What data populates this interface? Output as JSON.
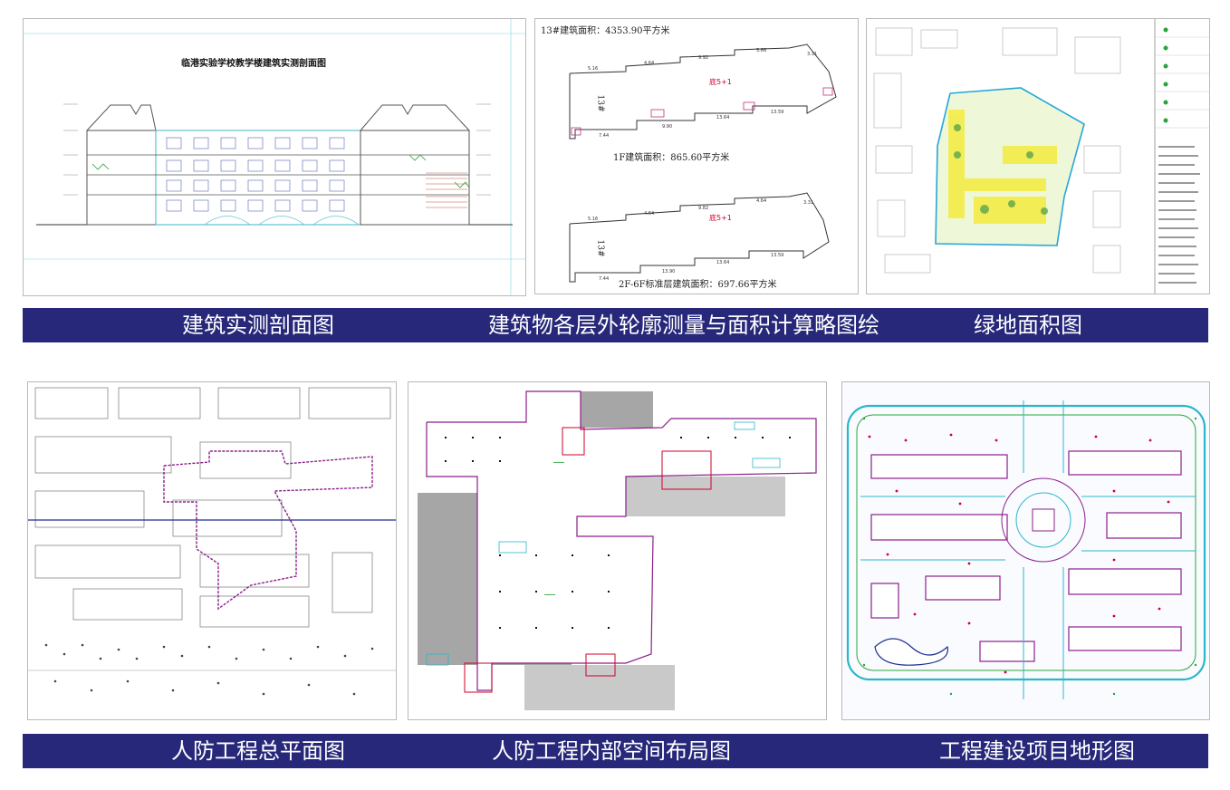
{
  "captions": {
    "row1": [
      "建筑实测剖面图",
      "建筑物各层外轮廓测量与面积计算略图绘",
      "绿地面积图"
    ],
    "row2": [
      "人防工程总平面图",
      "人防工程内部空间布局图",
      "工程建设项目地形图"
    ]
  },
  "panel_section": {
    "title": "临港实验学校教学楼建筑实测剖面图"
  },
  "panel_area": {
    "top_label": "13#建筑面积：4353.90平方米",
    "floor1_label": "1F建筑面积：865.60平方米",
    "standard_label": "2F-6F标准层建筑面积：697.66平方米",
    "building_id": "13#",
    "floors_tag": "底5+1"
  },
  "colors": {
    "banner": "#27287a",
    "purple": "#8b1f8b",
    "cyan": "#2ab7c9",
    "green": "#2aa43a",
    "yellow": "#f1e71a",
    "red": "#d0002a"
  }
}
